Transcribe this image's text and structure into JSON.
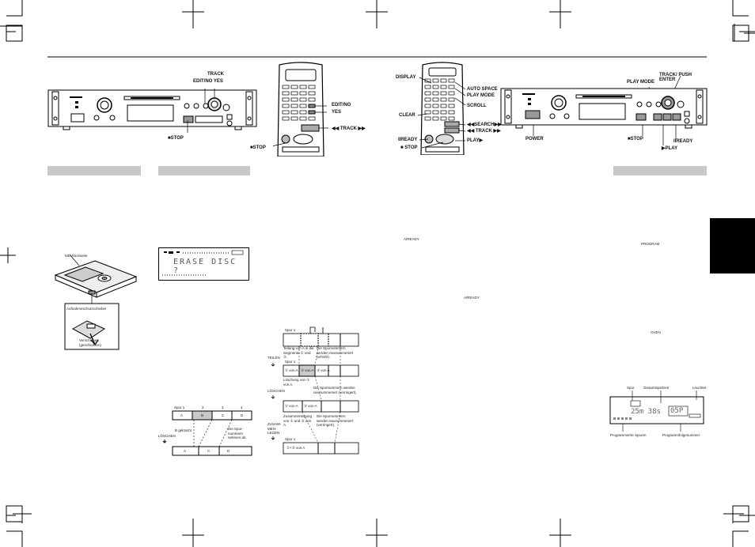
{
  "fig_deck_left": {
    "track": "TRACK",
    "edit_no_yes": "EDIT/NO  YES",
    "stop": "■STOP"
  },
  "fig_remote_left": {
    "edit_no": "EDIT/NO",
    "yes": "YES",
    "track": "◀◀ TRACK ▶▶",
    "stop": "■STOP"
  },
  "fig_remote_right": {
    "display": "DISPLAY",
    "auto_space": "AUTO SPACE",
    "play_mode": "PLAY MODE",
    "scroll": "SCROLL",
    "clear": "CLEAR",
    "search": "◀◀SEARCH▶▶",
    "track": "◀◀ TRACK ▶▶",
    "ready": "IIREADY",
    "stop": "■ STOP",
    "play": "PLAY▶"
  },
  "fig_deck_right": {
    "play_mode": "PLAY MODE",
    "track_push_enter": "TRACK/ PUSH ENTER",
    "power": "POWER",
    "stop": "■STOP",
    "ready": "IIREADY",
    "play": "▶PLAY"
  },
  "md_figure": {
    "back": "MD-Rückseite",
    "slider": "Aufnahmeschutzschieber",
    "shift": "Verschieben (geschlossen)"
  },
  "erase_display": {
    "text": "ERASE DISC ?"
  },
  "delete_figure": {
    "label": "LÖSCHEN",
    "spur": "Spur 1",
    "cols": [
      "2",
      "3",
      "4"
    ],
    "top": [
      "A",
      "B",
      "C",
      "D"
    ],
    "deleted": "B gelöscht",
    "note": "Die Spur-nummern nehmen ab.",
    "bottom": [
      "A",
      "C",
      "D"
    ]
  },
  "divide_figure": {
    "teilen": "TEILEN",
    "loeschen": "LÖSCHEN",
    "zusammen": "ZUSAM-MEN-LEGEN",
    "spur": "Spur 1",
    "note_dividing": "Teilung von A in die Segmente ① und ②.",
    "note_renumber_up": "Die Spurnummern werden neunummeriert (erhöht).",
    "note_delete": "Löschung von ② von A.",
    "note_renumber_down": "Die Spurnummern werden neunummeriert (verringert).",
    "note_merge": "Zusammenlegung von ① und ③ von A.",
    "note_renumber_down2": "Die Spurnummern werden neunummeriert (verringert).",
    "seg1": "① von A",
    "seg2": "② von A",
    "seg3": "③ von A",
    "merged": "①+③ von A"
  },
  "inline_refs": {
    "a_ready_1": "A/READY",
    "a_ready_2": "A/READY",
    "program": "PROGRAM",
    "oven": "OVEN"
  },
  "prog_display": {
    "spur": "Spur",
    "gesamt": "Gesamtspielzeit",
    "leuchtet": "Leuchtet",
    "digits": "25m 38s",
    "step": "05P",
    "programmed": "Programmierte Spuren",
    "prog_num": "Programmfolgenummer"
  }
}
